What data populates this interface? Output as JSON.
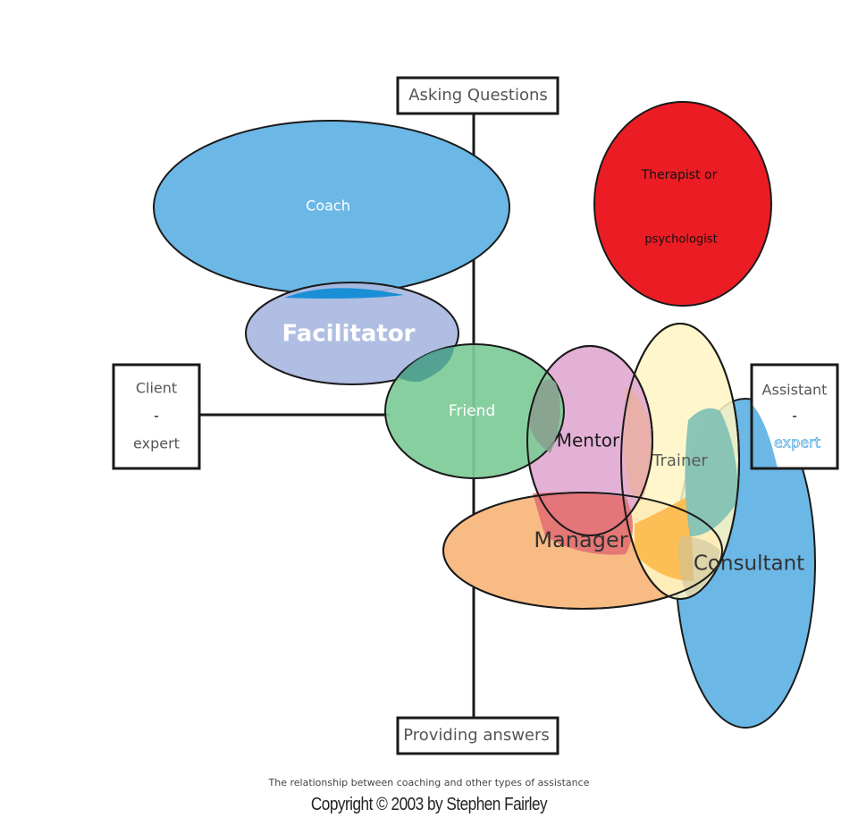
{
  "axes": {
    "top": "Asking Questions",
    "bottom": "Providing answers",
    "left": [
      "Client",
      "-",
      "expert"
    ],
    "right": [
      "Assistant",
      "-",
      "expert"
    ]
  },
  "roles": {
    "coach": "Coach",
    "facilitator": "Facilitator",
    "friend": "Friend",
    "mentor": "Mentor",
    "trainer": "Trainer",
    "manager": "Manager",
    "consultant": "Consultant",
    "therapist": [
      "Therapist or",
      "psychologist"
    ]
  },
  "colors": {
    "coach": "#6bb8e6",
    "facilitator": "#a9b9e0",
    "friend": "#7ecb98",
    "mentor": "#dfa3cf",
    "trainer": "#fff6c2",
    "manager": "#f8bb84",
    "consultant": "#6bb8e6",
    "therapist": "#ec1c24"
  },
  "caption": "The relationship between coaching and other types of assistance",
  "copyright": "Copyright © 2003 by Stephen Fairley"
}
